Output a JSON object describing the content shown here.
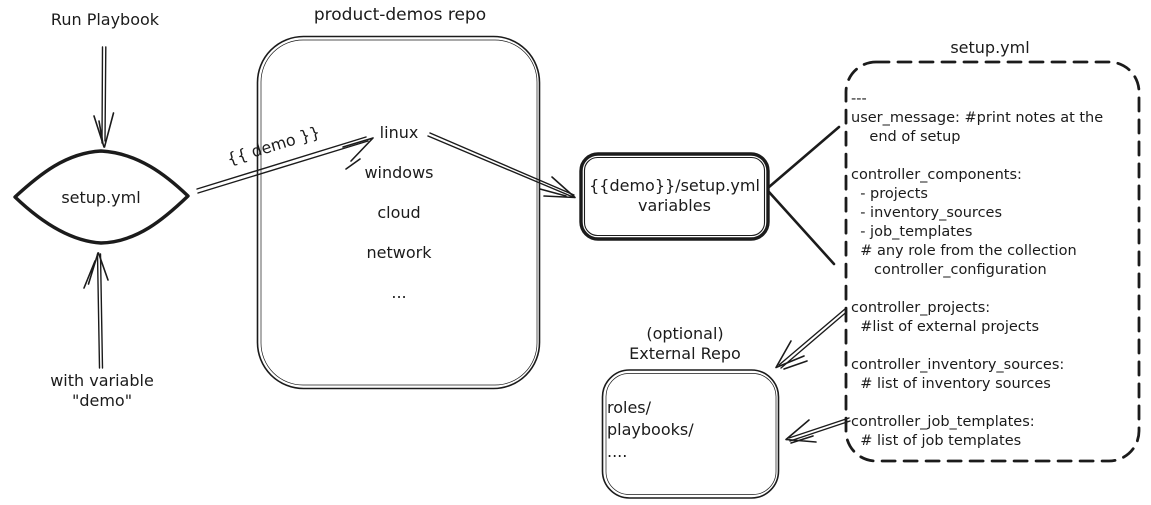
{
  "colors": {
    "ink": "#1b1b1b",
    "background": "#ffffff"
  },
  "flow_start": {
    "trigger_label": "Run Playbook",
    "variable_note_lines": [
      "with variable",
      "\"demo\""
    ],
    "diamond_label": "setup.yml",
    "arrow_label": "{{ demo }}"
  },
  "repo": {
    "title": "product-demos repo",
    "items": [
      "linux",
      "windows",
      "cloud",
      "network",
      "..."
    ]
  },
  "variables_box": {
    "lines": [
      "{{demo}}/setup.yml",
      "variables"
    ]
  },
  "setup_yml": {
    "title": "setup.yml",
    "lines": [
      "---",
      "user_message: #print notes at the",
      "    end of setup",
      "",
      "controller_components:",
      "  - projects",
      "  - inventory_sources",
      "  - job_templates",
      "  # any role from the collection",
      "     controller_configuration",
      "",
      "controller_projects:",
      "  #list of external projects",
      "",
      "controller_inventory_sources:",
      "  # list of inventory sources",
      "",
      "controller_job_templates:",
      "  # list of job templates"
    ]
  },
  "external_repo": {
    "title_lines": [
      "(optional)",
      "External Repo"
    ],
    "items": [
      "roles/",
      "playbooks/",
      "...."
    ]
  }
}
